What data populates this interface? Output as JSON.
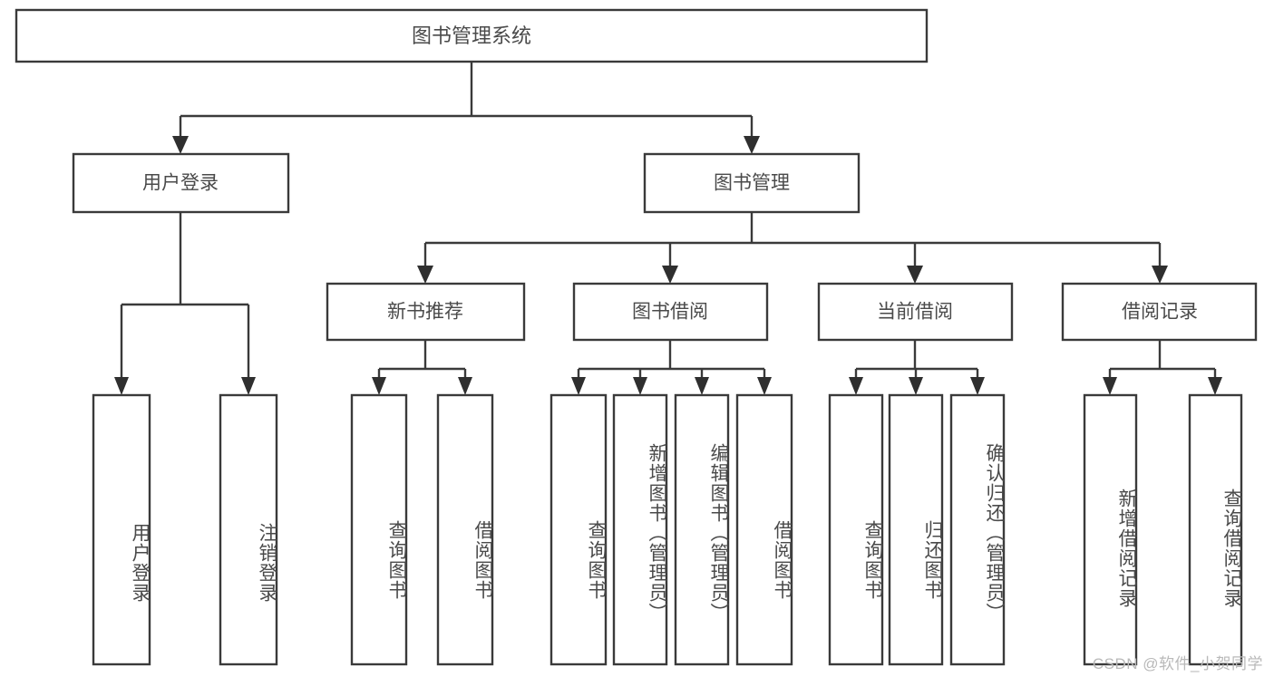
{
  "diagram": {
    "title": "图书管理系统",
    "type": "tree",
    "watermark": "CSDN @软件_小贺同学",
    "colors": {
      "box_border": "#3a3a3a",
      "box_fill": "#ffffff",
      "connector": "#3a3a3a",
      "text": "#4a4a4a",
      "watermark": "#b9b9b9",
      "background": "#ffffff"
    },
    "root": {
      "label": "图书管理系统",
      "level": 0
    },
    "level1": [
      {
        "label": "用户登录"
      },
      {
        "label": "图书管理"
      }
    ],
    "level2": [
      {
        "label": "新书推荐",
        "parent": "图书管理"
      },
      {
        "label": "图书借阅",
        "parent": "图书管理"
      },
      {
        "label": "当前借阅",
        "parent": "图书管理"
      },
      {
        "label": "借阅记录",
        "parent": "图书管理"
      }
    ],
    "leaves": {
      "user_login": [
        {
          "label": "用户登录"
        },
        {
          "label": "注销登录"
        }
      ],
      "new_book_recommend": [
        {
          "label": "查询图书"
        },
        {
          "label": "借阅图书"
        }
      ],
      "book_borrow": [
        {
          "label": "查询图书"
        },
        {
          "label": "新增图书（管理员）"
        },
        {
          "label": "编辑图书（管理员）"
        },
        {
          "label": "借阅图书"
        }
      ],
      "current_borrow": [
        {
          "label": "查询图书"
        },
        {
          "label": "归还图书"
        },
        {
          "label": "确认归还（管理员）"
        }
      ],
      "borrow_record": [
        {
          "label": "新增借阅记录"
        },
        {
          "label": "查询借阅记录"
        }
      ]
    }
  }
}
